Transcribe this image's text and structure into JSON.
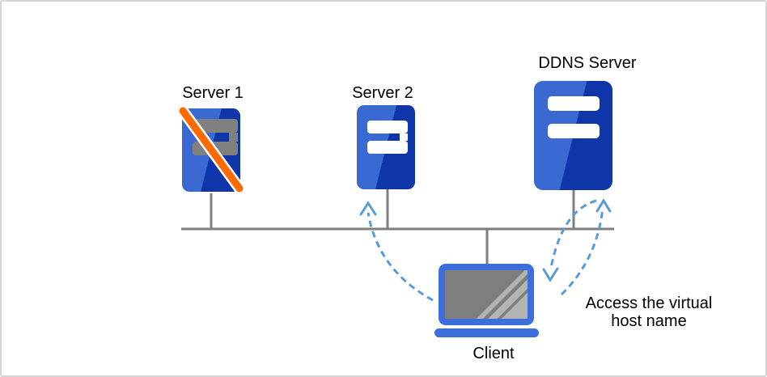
{
  "nodes": {
    "server1": {
      "label": "Server 1",
      "icon": "server-icon",
      "overlay": "disabled-slash-icon"
    },
    "server2": {
      "label": "Server 2",
      "icon": "server-icon"
    },
    "ddns_server": {
      "label": "DDNS Server",
      "icon": "server-icon"
    },
    "client": {
      "label": "Client",
      "icon": "laptop-icon"
    }
  },
  "annotation": {
    "line1": "Access the virtual",
    "line2": "host name"
  },
  "connections": {
    "bus": "network-bus-line",
    "arrows": [
      {
        "name": "client-to-server2",
        "style": "dashed-curve",
        "direction": "up"
      },
      {
        "name": "ddns-to-client",
        "style": "dashed-curve",
        "direction": "down"
      },
      {
        "name": "client-to-ddns",
        "style": "dashed-curve",
        "direction": "up"
      }
    ]
  },
  "colors": {
    "background": "#FFFFFF",
    "canvas_border": "#D5D5D5",
    "server_light_blue": "#3A69D2",
    "server_dark_blue": "#0E36A8",
    "client_blue": "#3C6EDC",
    "screen_gray": "#7F7F7F",
    "screen_shine": "#B3B3B3",
    "bar_white": "#FFFFFF",
    "bar_offline_gray": "#808080",
    "line_gray": "#7F7F7F",
    "arrow_blue": "#5B9BD5",
    "slash_orange": "#FF6B00",
    "slash_outline": "#FFFFFF",
    "text": "#000000"
  }
}
